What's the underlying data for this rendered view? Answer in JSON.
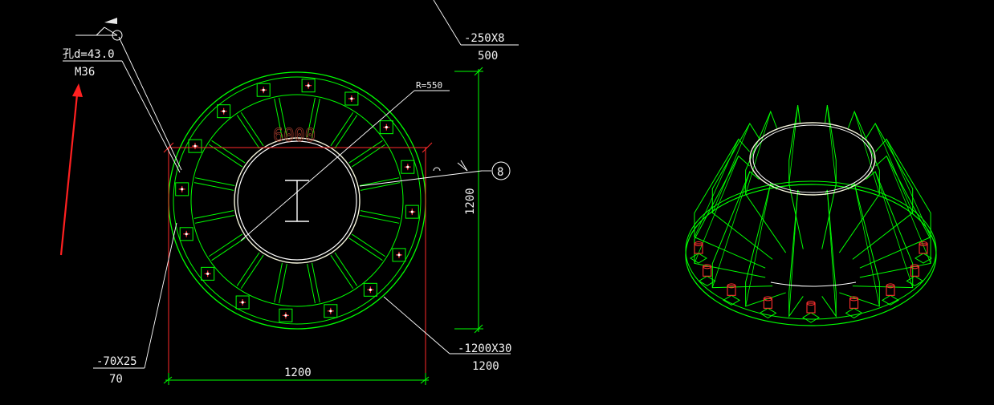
{
  "drawing": {
    "plan_view": {
      "bolt_hole_label": "孔d=43.0",
      "bolt_size_label": "M36",
      "gusset_plate_label": "-250X8",
      "gusset_plate_length": "500",
      "radius_label": "R=550",
      "ghost_dimension": "6000",
      "vertical_dimension": "1200",
      "weld_symbol_number": "8",
      "stiffener_label": "-70X25",
      "stiffener_length": "70",
      "base_plate_label": "-1200X30",
      "base_plate_length": "1200",
      "horizontal_dimension": "1200"
    },
    "colors": {
      "background": "#000000",
      "geometry": "#00ff00",
      "leader": "#ffffff",
      "dimension_ext": "#ff2a2a",
      "bolt": "#ff3030",
      "text": "#f2f2f2"
    }
  }
}
